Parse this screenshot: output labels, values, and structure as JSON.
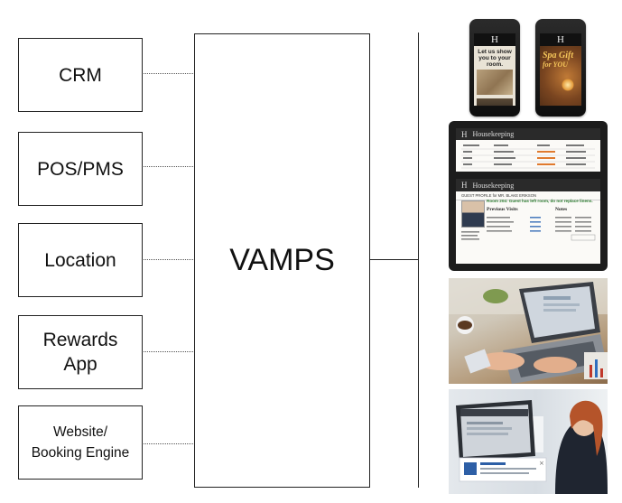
{
  "sources": [
    {
      "id": "crm",
      "label": "CRM"
    },
    {
      "id": "pos-pms",
      "label": "POS/PMS"
    },
    {
      "id": "location",
      "label": "Location"
    },
    {
      "id": "rewards",
      "label_lines": [
        "Rewards",
        "App"
      ]
    },
    {
      "id": "website",
      "label_lines": [
        "Website/",
        "Booking Engine"
      ]
    }
  ],
  "hub": {
    "label": "VAMPS"
  },
  "colors": {
    "line": "#222222",
    "dotted": "#555555",
    "tablet_green": "#2e7d32",
    "phone_gold": "#d8a23a"
  },
  "phone1": {
    "logo": "H",
    "headline": "Let us show you to your room."
  },
  "phone2": {
    "logo": "H",
    "headline_lines": [
      "Spa Gift",
      "for YOU"
    ]
  },
  "tablet1": {
    "logo": "H",
    "title": "Housekeeping"
  },
  "tablet2": {
    "logo": "H",
    "title": "Housekeeping",
    "profile": "GUEST PROFILE for MR. BLAKE ERIKSON",
    "alert": "Room 204: Guest has left room, do not replace linens.",
    "visits_heading": "Previous Visits",
    "notes_heading": "Notes"
  }
}
